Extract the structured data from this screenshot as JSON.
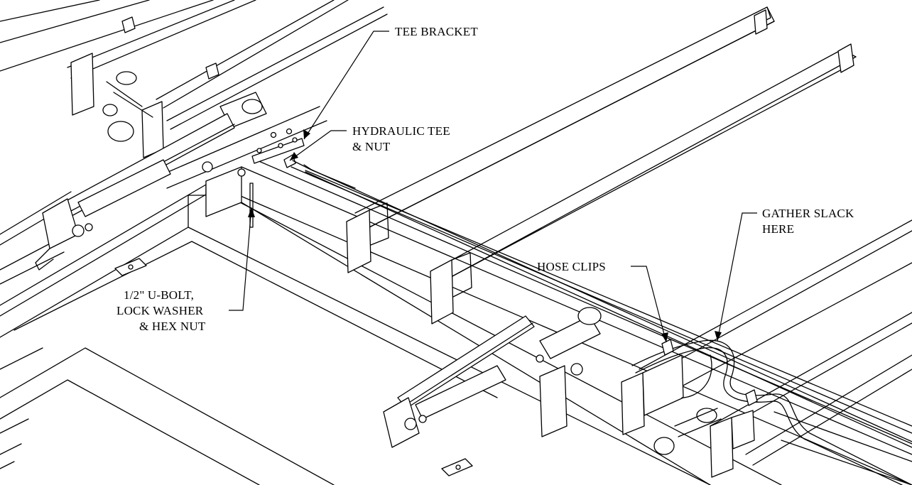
{
  "callouts": {
    "tee_bracket": {
      "lines": [
        "TEE BRACKET"
      ]
    },
    "hydraulic_tee": {
      "lines": [
        "HYDRAULIC TEE",
        "& NUT"
      ]
    },
    "gather_slack": {
      "lines": [
        "GATHER SLACK",
        "HERE"
      ]
    },
    "hose_clips": {
      "lines": [
        "HOSE CLIPS"
      ]
    },
    "ubolt": {
      "lines": [
        "1/2\" U-BOLT,",
        "LOCK WASHER",
        "& HEX NUT"
      ]
    }
  },
  "colors": {
    "ink": "#000000",
    "paper": "#ffffff"
  }
}
